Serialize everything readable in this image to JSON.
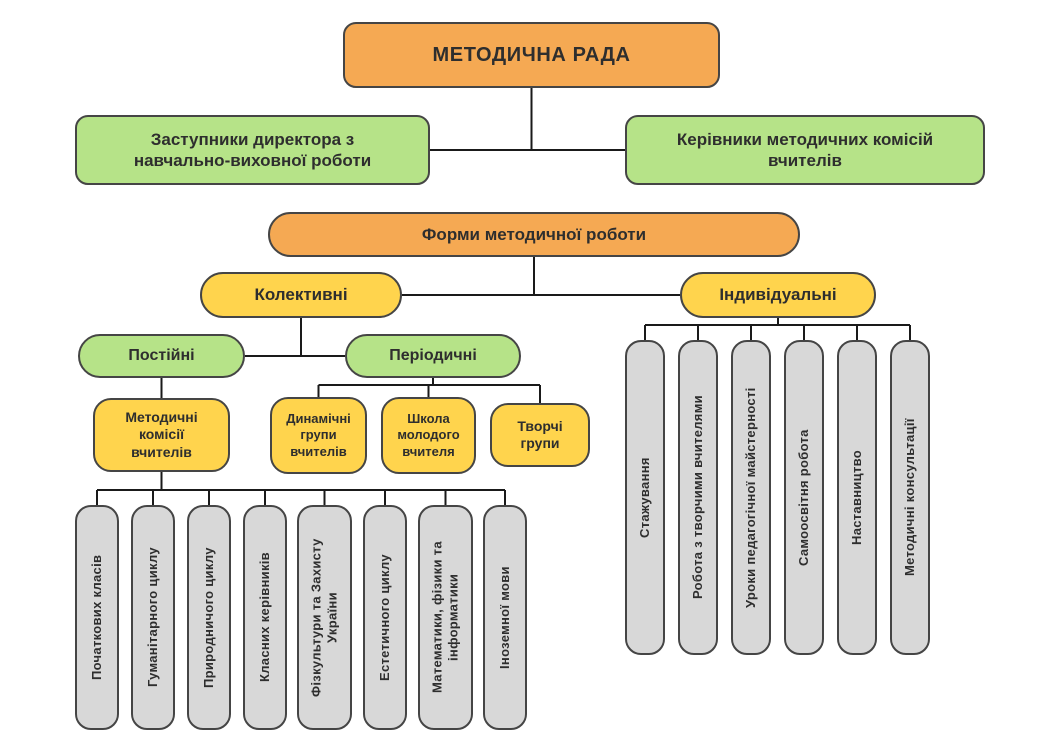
{
  "nodes": {
    "root": "МЕТОДИЧНА РАДА",
    "deputy_directors": "Заступники директора з\nнавчально-виховної роботи",
    "commission_heads": "Керівники методичних комісій\nвчителів",
    "forms": "Форми методичної роботи",
    "collective": "Колективні",
    "individual": "Індивідуальні",
    "permanent": "Постійні",
    "periodic": "Періодичні",
    "method_commissions": "Методичні\nкомісії\nвчителів",
    "dynamic_groups": "Динамічні\nгрупи\nвчителів",
    "young_teacher_school": "Школа\nмолодого\nвчителя",
    "creative_groups": "Творчі\nгрупи"
  },
  "commission_columns": [
    "Початкових класів",
    "Гуманітарного циклу",
    "Природничого циклу",
    "Класних керівників",
    "Фізкультури та Захисту\nУкраїни",
    "Естетичного циклу",
    "Математики, фізики та\nінформатики",
    "Іноземної мови"
  ],
  "individual_columns": [
    "Стажування",
    "Робота з творчими вчителями",
    "Уроки педагогічної майстерності",
    "Самоосвітня робота",
    "Наставництво",
    "Методичні консультації"
  ],
  "colors": {
    "orange": "#F5A953",
    "green": "#B6E388",
    "yellow": "#FFD44D",
    "gray": "#D8D8D8",
    "line": "#1a1a1a"
  }
}
